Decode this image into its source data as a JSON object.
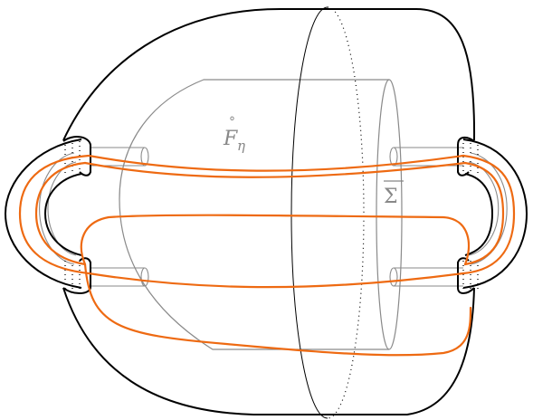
{
  "labels": {
    "f_base": "F",
    "f_accent": "°",
    "f_sub": "η",
    "sigma": "Σ"
  },
  "colors": {
    "outline": "#000000",
    "gray": "#8a8a8a",
    "curve": "#ee6a12"
  }
}
